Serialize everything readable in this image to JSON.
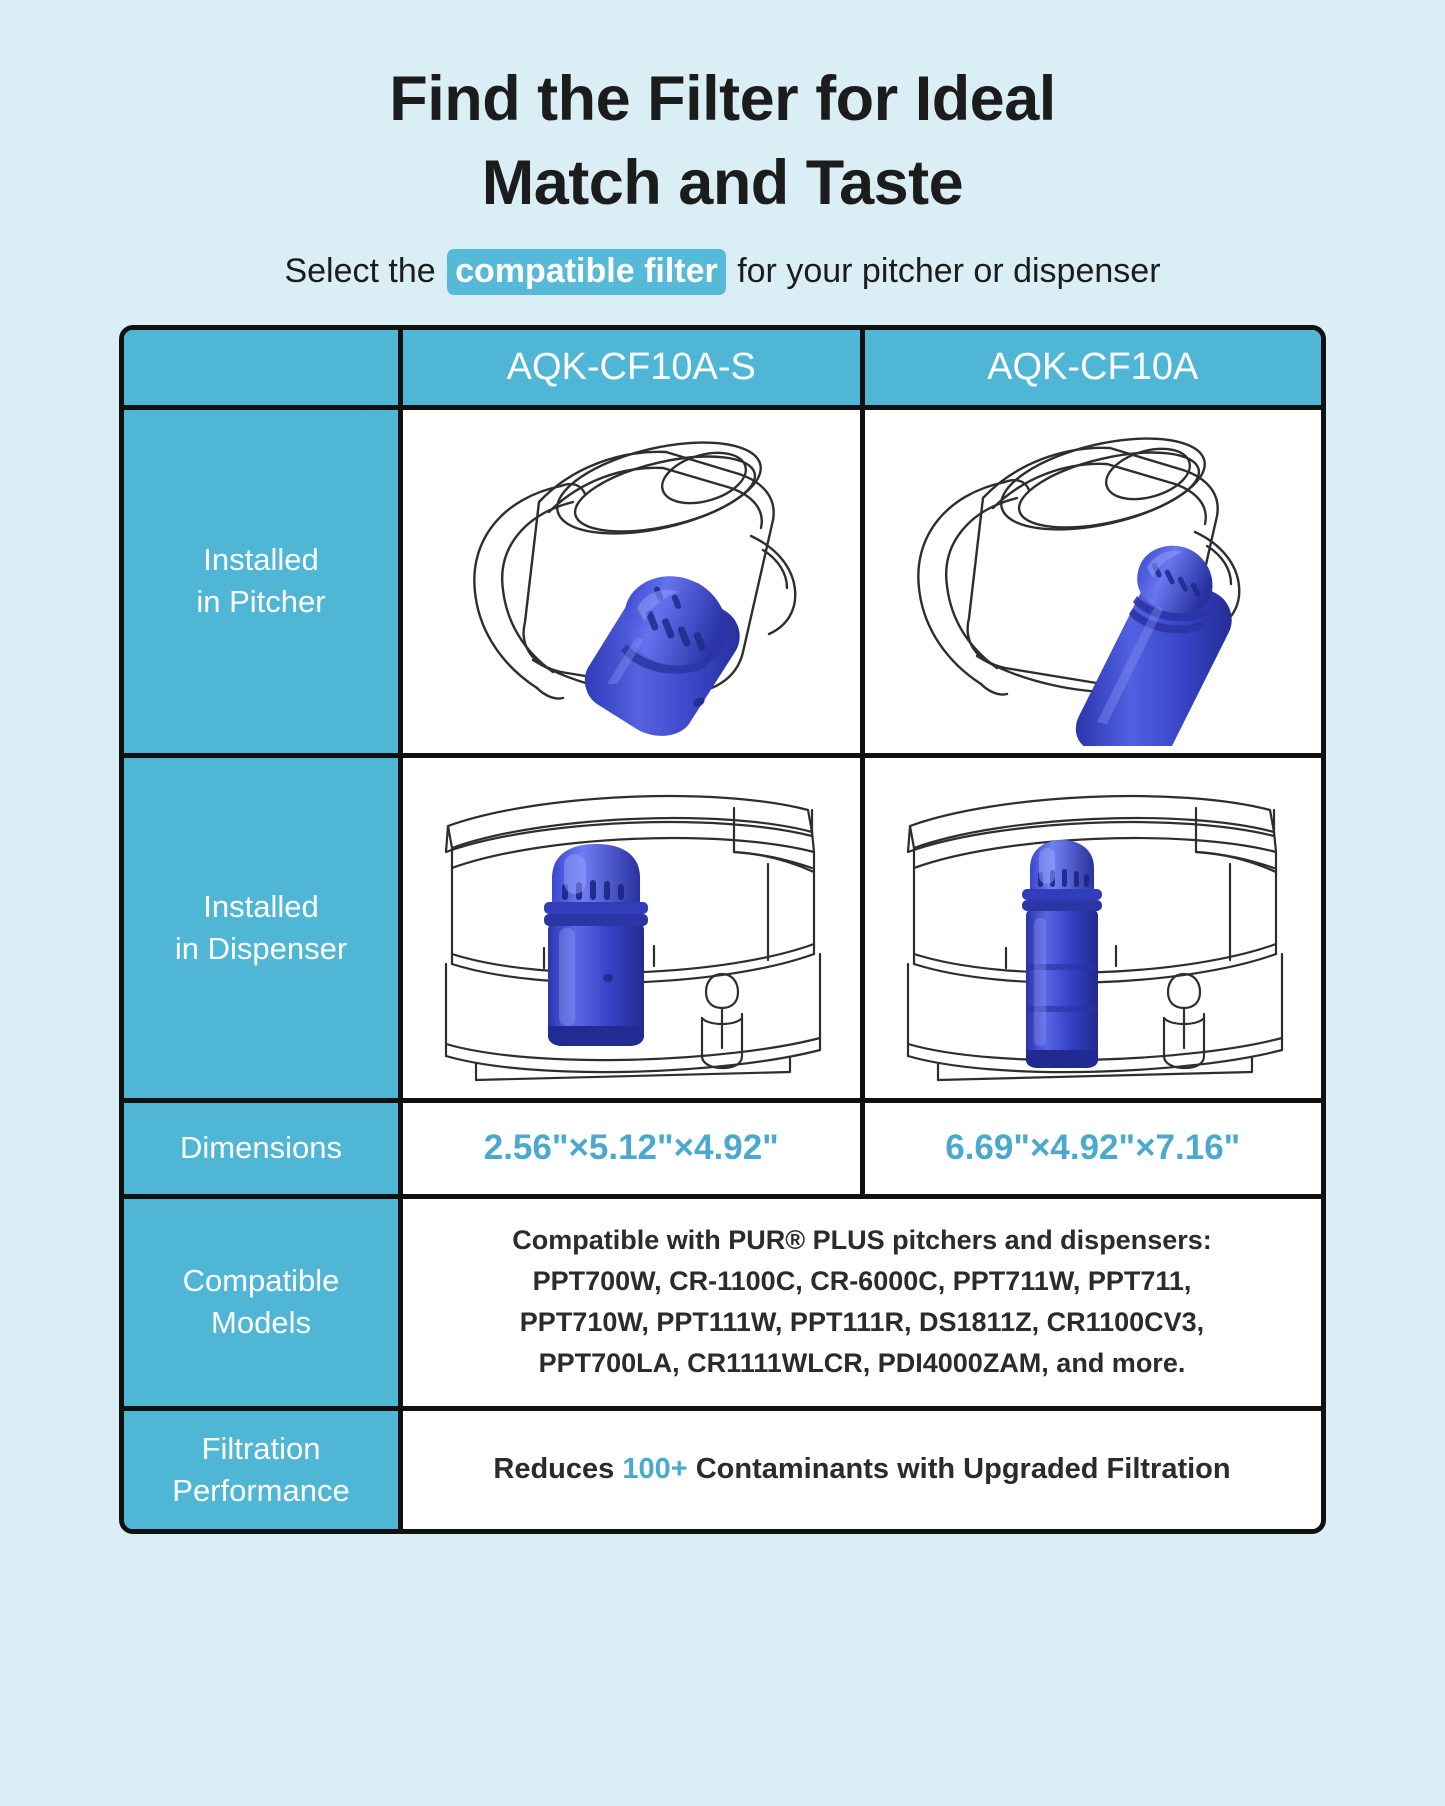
{
  "page": {
    "background_color": "#daeef5",
    "accent_color": "#4fb6d6",
    "highlight_color": "#56b9d8",
    "value_color": "#4aa9cd",
    "border_color": "#111111",
    "filter_body_color": "#3b49c4"
  },
  "header": {
    "title_line1": "Find the Filter for Ideal",
    "title_line2": "Match and Taste",
    "subtitle_before": "Select the",
    "subtitle_highlight": "compatible filter",
    "subtitle_after": "for your pitcher or dispenser"
  },
  "table": {
    "columns": [
      {
        "label": ""
      },
      {
        "label": "AQK-CF10A-S"
      },
      {
        "label": "AQK-CF10A"
      }
    ],
    "rows": {
      "pitcher": {
        "label_line1": "Installed",
        "label_line2": "in Pitcher",
        "cell_left_alt": "pitcher-with-short-filter-illustration",
        "cell_right_alt": "pitcher-with-tall-filter-illustration"
      },
      "dispenser": {
        "label_line1": "Installed",
        "label_line2": "in Dispenser",
        "cell_left_alt": "dispenser-with-short-filter-illustration",
        "cell_right_alt": "dispenser-with-tall-filter-illustration"
      },
      "dimensions": {
        "label": "Dimensions",
        "value_left": "2.56\"×5.12\"×4.92\"",
        "value_right": "6.69\"×4.92\"×7.16\""
      },
      "compatible_models": {
        "label_line1": "Compatible",
        "label_line2": "Models",
        "line1": "Compatible with PUR® PLUS pitchers and dispensers:",
        "line2": "PPT700W, CR-1100C, CR-6000C, PPT711W, PPT711,",
        "line3": "PPT710W, PPT111W, PPT111R, DS1811Z, CR1100CV3,",
        "line4": "PPT700LA, CR1111WLCR, PDI4000ZAM, and more."
      },
      "filtration_performance": {
        "label_line1": "Filtration",
        "label_line2": "Performance",
        "text_before": "Reduces",
        "text_number": "100+",
        "text_after": "Contaminants with Upgraded Filtration"
      }
    }
  }
}
